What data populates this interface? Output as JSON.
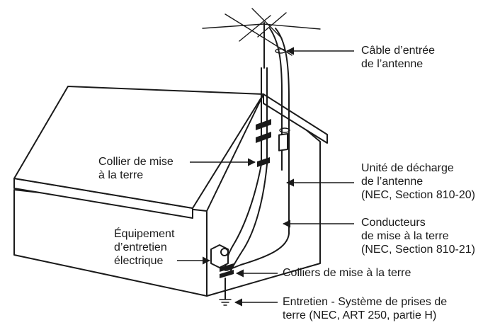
{
  "labels": {
    "antenna_lead_in": [
      "Câble d’entrée",
      "de l’antenne"
    ],
    "ground_clamp": [
      "Collier de mise",
      "à la terre"
    ],
    "discharge_unit": [
      "Unité de décharge",
      "de l’antenne",
      "(NEC, Section 810-20)"
    ],
    "grounding_conductors": [
      "Conducteurs",
      "de mise à la terre",
      "(NEC, Section 810-21)"
    ],
    "electric_service": [
      "Équipement",
      "d’entretien",
      "électrique"
    ],
    "ground_clamps": [
      "Colliers de mise à la terre"
    ],
    "power_service_grounding": [
      "Entretien - Système de prises de",
      "terre (NEC, ART 250, partie H)"
    ]
  }
}
